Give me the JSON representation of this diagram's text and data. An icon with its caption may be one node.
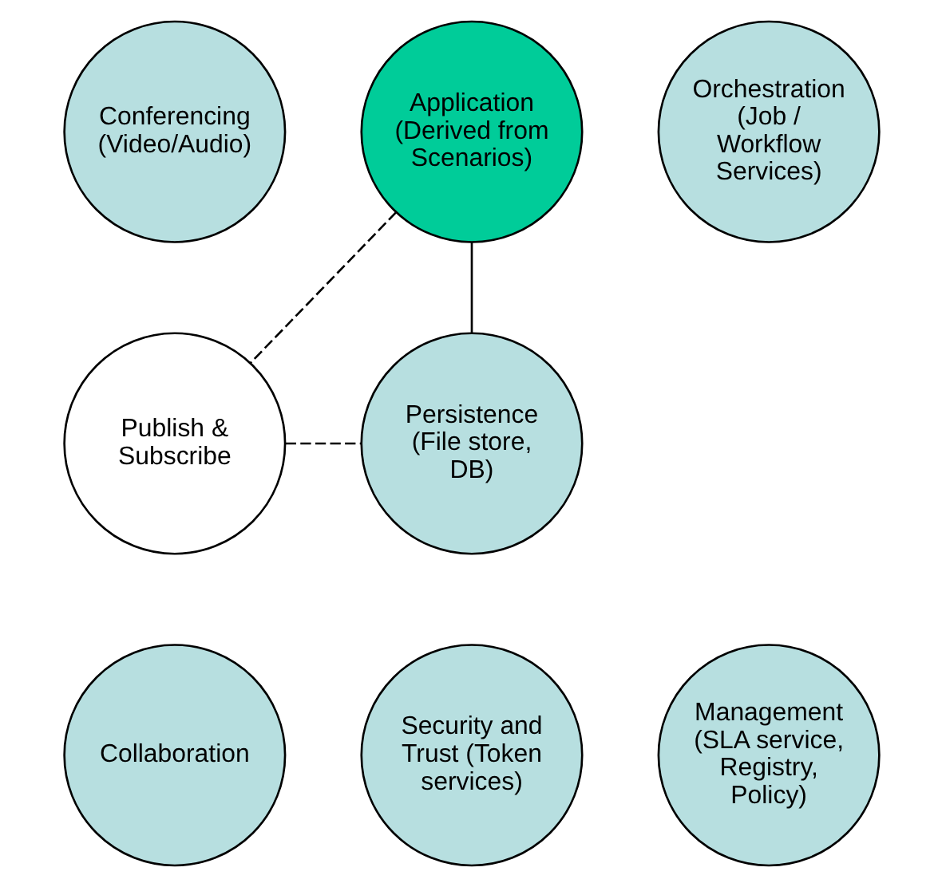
{
  "diagram": {
    "nodes": [
      {
        "text": [
          "Application (Derived from Scenarios)"
        ]
      },
      {
        "text": [
          "Orchestration (Job / Workflow Services)"
        ]
      },
      {
        "text": [
          "Conferencing (Video/Audio)"
        ]
      },
      {
        "text": [
          "Persistence (File store, DB)"
        ]
      },
      {
        "text": [
          "Publish & Subscribe"
        ]
      },
      {
        "text": [
          "Collaboration"
        ]
      },
      {
        "text": [
          "Security and Trust (Token services)"
        ]
      },
      {
        "text": [
          "Management (SLA service, Registry, Policy)"
        ]
      }
    ],
    "edges": [
      {
        "from": 0,
        "to": 3,
        "arrow": "none"
      },
      {
        "from": 0,
        "to": 4,
        "arrow": "none",
        "style": "dashed"
      },
      {
        "from": 4,
        "to": 3,
        "arrow": "none",
        "style": "dashed"
      }
    ]
  }
}
